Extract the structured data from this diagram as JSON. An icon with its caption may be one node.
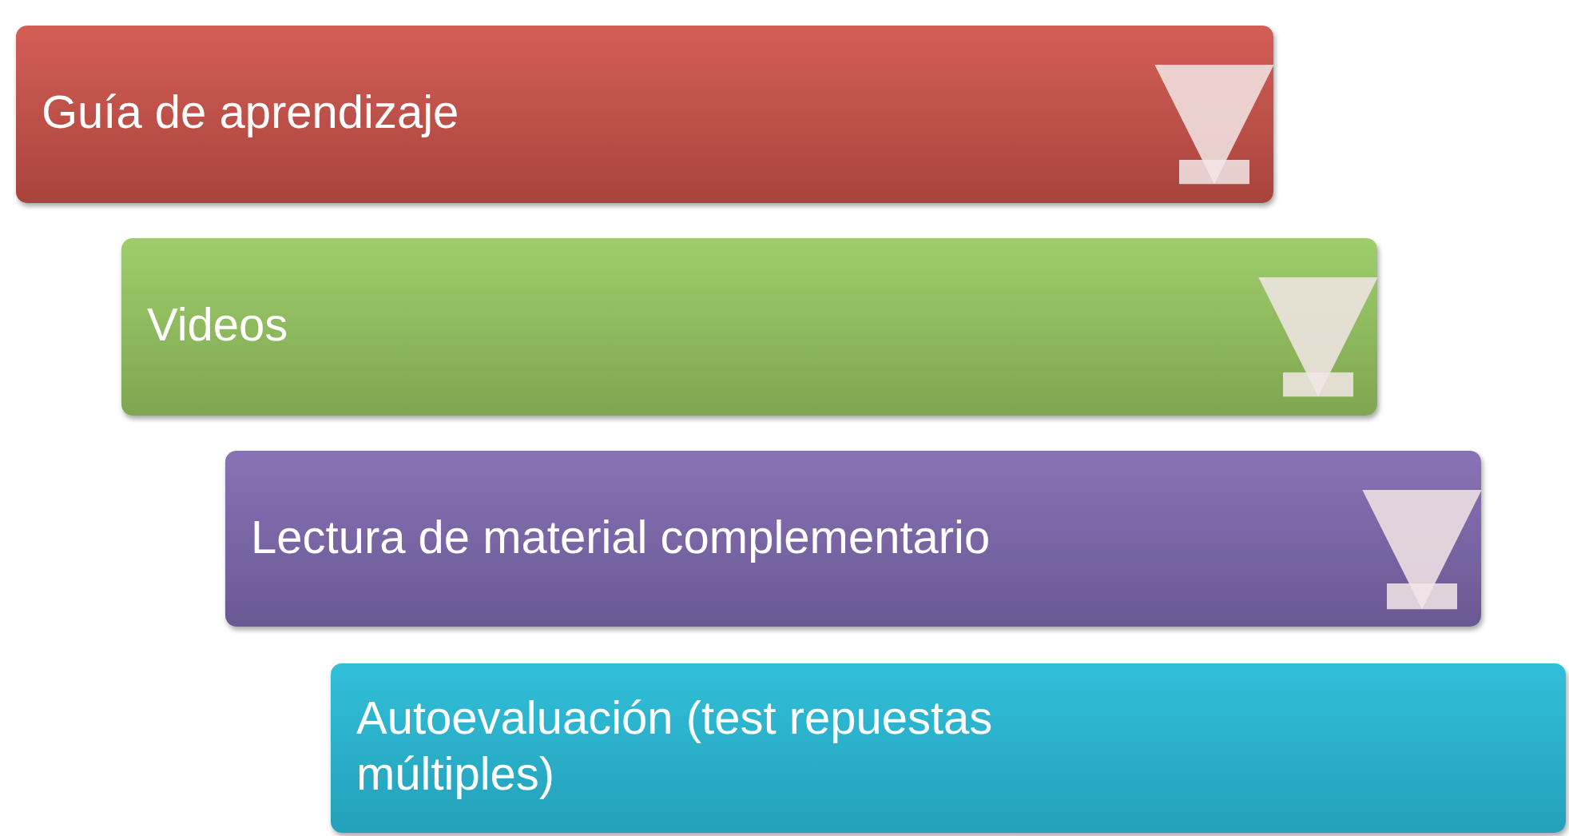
{
  "diagram": {
    "nodes": [
      {
        "text": [
          "Guía de aprendizaje"
        ]
      },
      {
        "text": [
          "Videos"
        ]
      },
      {
        "text": [
          "Lectura de material complementario"
        ]
      },
      {
        "text": [
          "Autoevaluación (test repuestas múltiples)"
        ]
      }
    ],
    "edges": [
      {
        "from": 0,
        "to": 1,
        "arrow": "to"
      },
      {
        "from": 1,
        "to": 2,
        "arrow": "to"
      },
      {
        "from": 2,
        "to": 3,
        "arrow": "to"
      }
    ]
  }
}
